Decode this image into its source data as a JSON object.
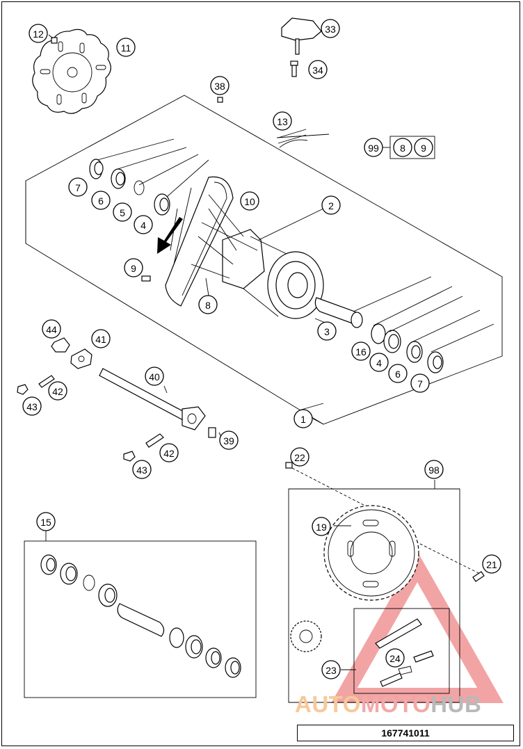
{
  "document_number": "167741011",
  "watermark": {
    "part1": "AUTO",
    "part2": "MOTO",
    "part3": "HUB",
    "color1": "#f7c99a",
    "color2": "#f3a9a9",
    "color3": "#b9b9b9",
    "triangle_color": "#e85a5a"
  },
  "callouts": [
    "12",
    "11",
    "33",
    "34",
    "38",
    "13",
    "99",
    "8",
    "9",
    "7",
    "6",
    "5",
    "4",
    "10",
    "2",
    "9",
    "8",
    "3",
    "16",
    "4",
    "6",
    "7",
    "1",
    "44",
    "41",
    "40",
    "42",
    "43",
    "39",
    "42",
    "43",
    "22",
    "98",
    "19",
    "21",
    "15",
    "23",
    "24"
  ]
}
